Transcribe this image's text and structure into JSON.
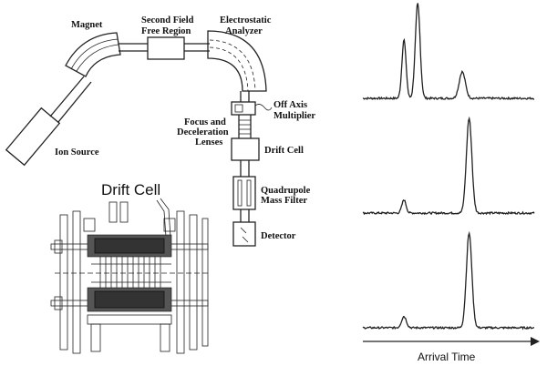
{
  "schematic": {
    "labels": {
      "magnet": "Magnet",
      "second_field_line1": "Second Field",
      "second_field_line2": "Free Region",
      "esa_line1": "Electrostatic",
      "esa_line2": "Analyzer",
      "off_axis_line1": "Off Axis",
      "off_axis_line2": "Multiplier",
      "focus_line1": "Focus and",
      "focus_line2": "Deceleration",
      "focus_line3": "Lenses",
      "drift_cell": "Drift Cell",
      "quad_line1": "Quadrupole",
      "quad_line2": "Mass Filter",
      "detector": "Detector",
      "ion_source": "Ion Source"
    }
  },
  "drift_cell_drawing": {
    "title": "Drift Cell"
  },
  "spectra": {
    "axis_label": "Arrival Time",
    "traces": [
      {
        "peaks": [
          {
            "t": 0.24,
            "h": 0.62,
            "w": 0.012
          },
          {
            "t": 0.32,
            "h": 1.0,
            "w": 0.014
          },
          {
            "t": 0.58,
            "h": 0.28,
            "w": 0.018
          }
        ]
      },
      {
        "peaks": [
          {
            "t": 0.24,
            "h": 0.14,
            "w": 0.012
          },
          {
            "t": 0.62,
            "h": 1.0,
            "w": 0.016
          }
        ]
      },
      {
        "peaks": [
          {
            "t": 0.24,
            "h": 0.12,
            "w": 0.014
          },
          {
            "t": 0.62,
            "h": 1.0,
            "w": 0.016
          }
        ]
      }
    ]
  }
}
